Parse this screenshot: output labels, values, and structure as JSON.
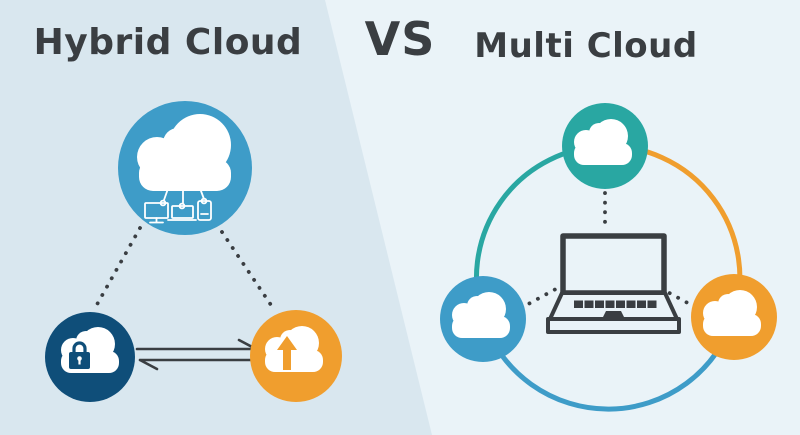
{
  "titles": {
    "left": "Hybrid Cloud",
    "vs": "VS",
    "right": "Multi Cloud"
  },
  "colors": {
    "bg_left": "#d9e7ef",
    "bg_right": "#eaf3f8",
    "blue": "#3e9cc8",
    "navy": "#0f4e79",
    "orange": "#f09e2e",
    "teal": "#29a7a2",
    "ink": "#3a3e42"
  },
  "hybrid_diagram": {
    "title": "Hybrid Cloud",
    "nodes": [
      {
        "name": "central-cloud",
        "icon": "cloud-with-connected-devices-icon",
        "color": "blue"
      },
      {
        "name": "private-cloud",
        "icon": "cloud-lock-icon",
        "color": "navy"
      },
      {
        "name": "public-cloud",
        "icon": "cloud-upload-icon",
        "color": "orange"
      }
    ],
    "links": [
      {
        "from": "central-cloud",
        "to": "private-cloud",
        "style": "dotted"
      },
      {
        "from": "central-cloud",
        "to": "public-cloud",
        "style": "dotted"
      },
      {
        "from": "private-cloud",
        "to": "public-cloud",
        "style": "exchange-arrows"
      }
    ]
  },
  "multi_diagram": {
    "title": "Multi Cloud",
    "nodes": [
      {
        "name": "cloud-provider-top",
        "icon": "cloud-icon",
        "color": "teal"
      },
      {
        "name": "cloud-provider-left",
        "icon": "cloud-icon",
        "color": "blue"
      },
      {
        "name": "cloud-provider-right",
        "icon": "cloud-icon",
        "color": "orange"
      },
      {
        "name": "client-laptop",
        "icon": "laptop-icon",
        "color": "ink"
      }
    ],
    "links": [
      {
        "from": "cloud-provider-top",
        "to": "cloud-provider-left",
        "style": "arc-teal"
      },
      {
        "from": "cloud-provider-top",
        "to": "cloud-provider-right",
        "style": "arc-orange"
      },
      {
        "from": "cloud-provider-left",
        "to": "cloud-provider-right",
        "style": "arc-blue"
      },
      {
        "from": "client-laptop",
        "to": "cloud-provider-top",
        "style": "dotted"
      },
      {
        "from": "client-laptop",
        "to": "cloud-provider-left",
        "style": "dotted"
      },
      {
        "from": "client-laptop",
        "to": "cloud-provider-right",
        "style": "dotted"
      }
    ]
  }
}
